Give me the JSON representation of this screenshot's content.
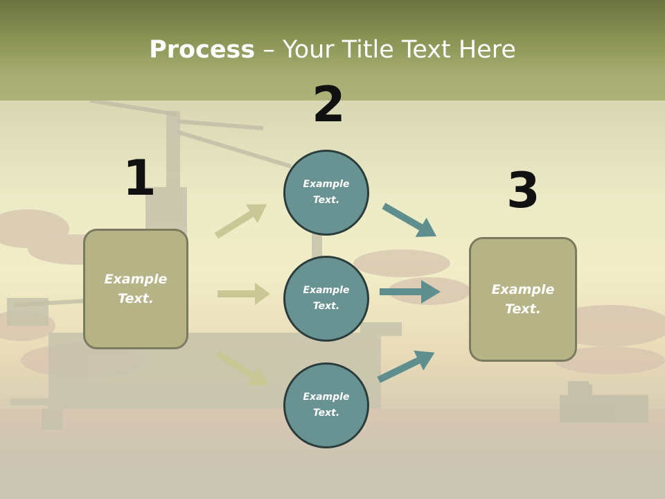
{
  "slide": {
    "title_bold": "Process",
    "title_rest": " – Your Title Text Here",
    "steps": [
      {
        "number": "1",
        "text": "Example Text."
      },
      {
        "number": "2",
        "circles": [
          {
            "text": "Example Text."
          },
          {
            "text": "Example Text."
          },
          {
            "text": "Example Text."
          }
        ]
      },
      {
        "number": "3",
        "text": "Example Text."
      }
    ]
  },
  "colors": {
    "title_band": "#9aa064",
    "box_fill": "#b6b486",
    "circle_fill": "#689392",
    "left_arrow": "#c8c795",
    "right_arrow": "#5f8e8e"
  }
}
